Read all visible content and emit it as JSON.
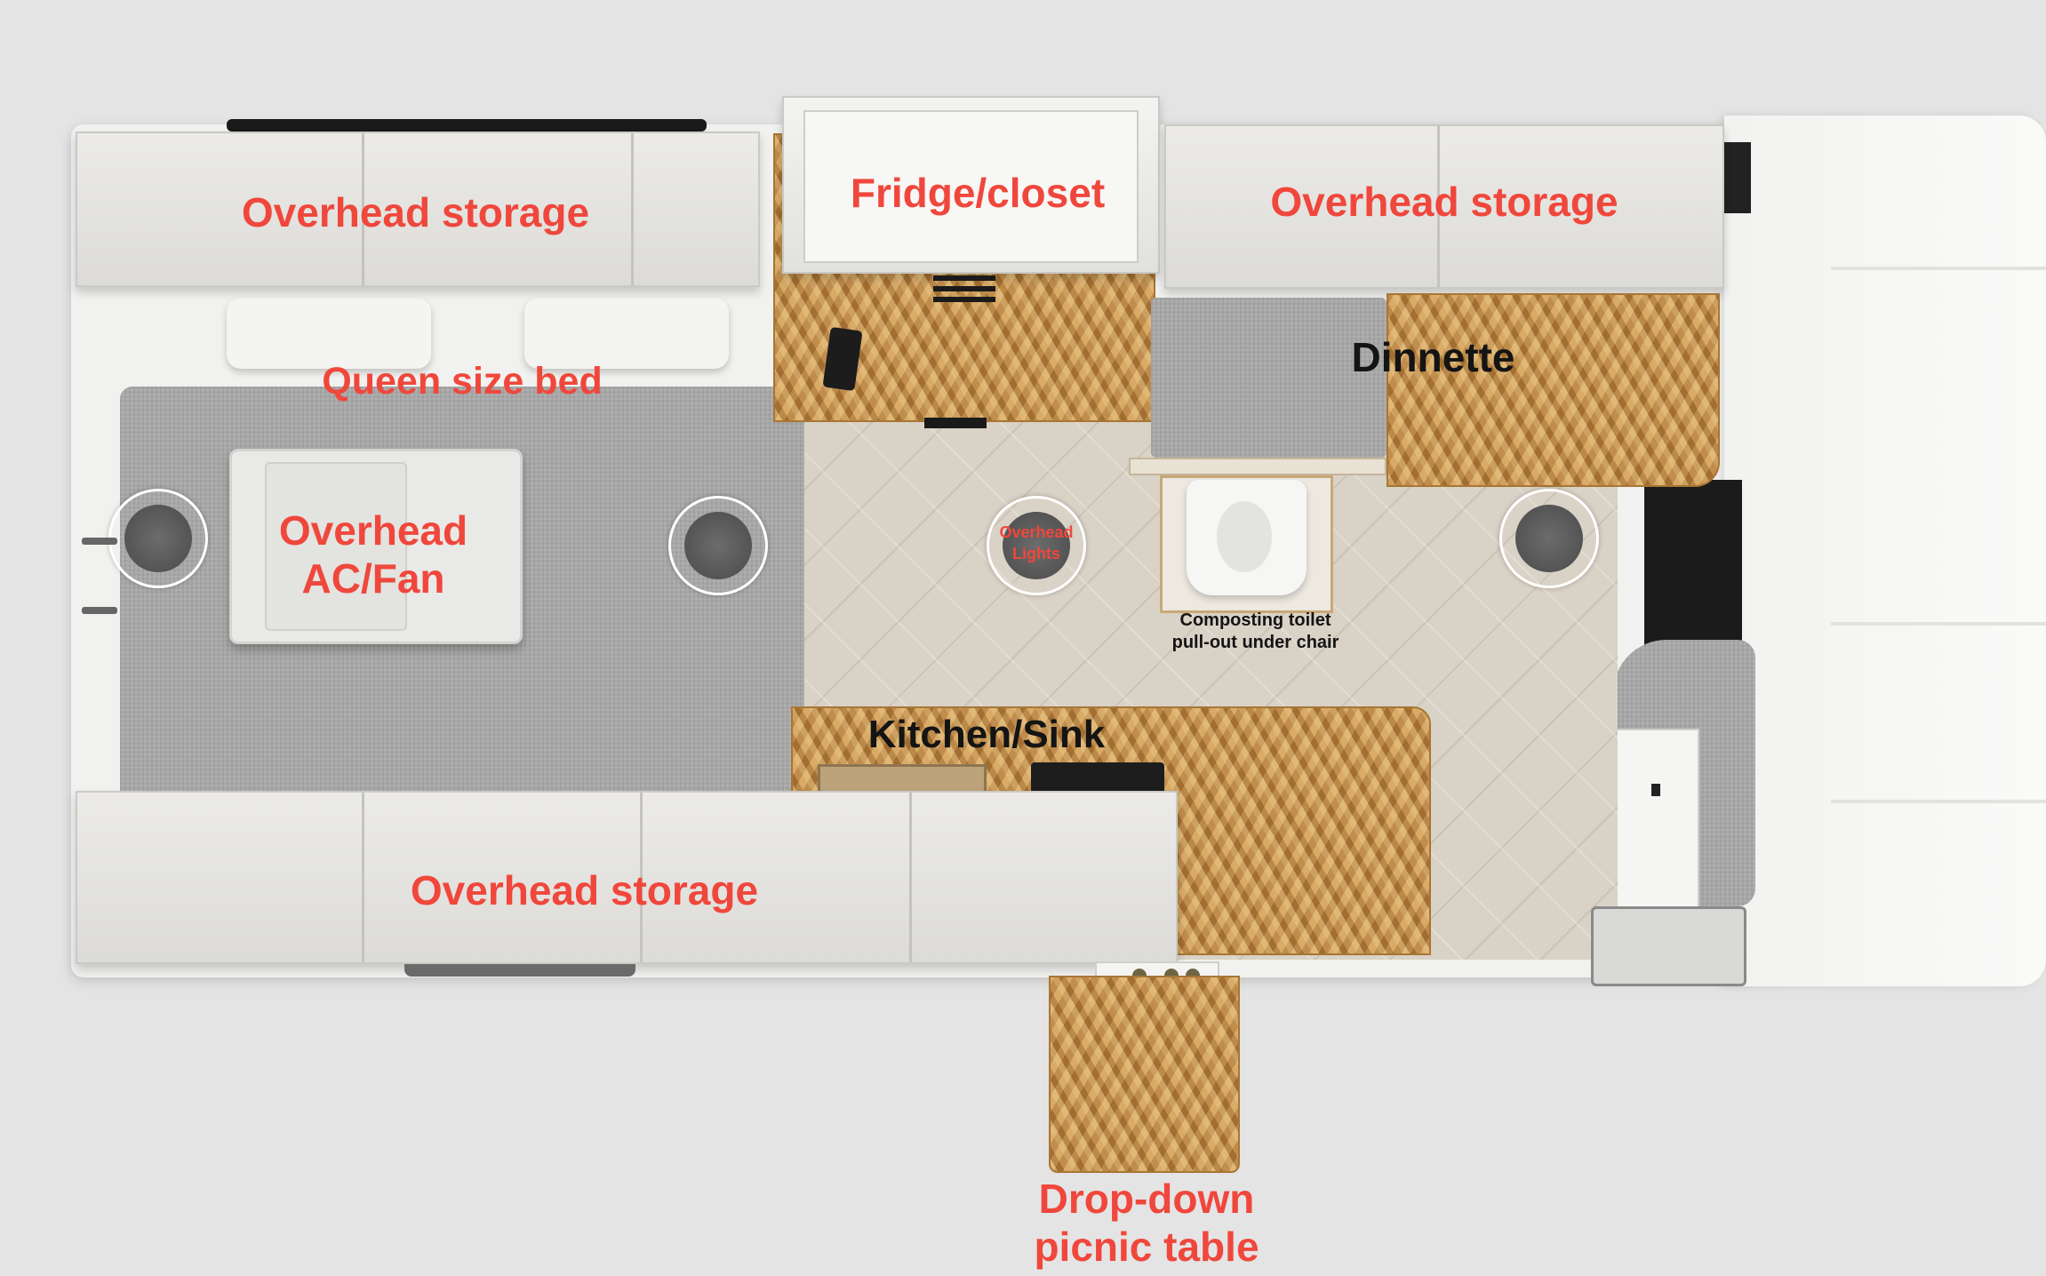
{
  "labels": {
    "overhead_storage_top_left": "Overhead storage",
    "fridge_closet": "Fridge/closet",
    "overhead_storage_top_right": "Overhead storage",
    "queen_bed": "Queen size bed",
    "dinnette": "Dinnette",
    "ac_fan_line1": "Overhead",
    "ac_fan_line2": "AC/Fan",
    "lights_line1": "Overhead",
    "lights_line2": "Lights",
    "toilet_line1": "Composting toilet",
    "toilet_line2": "pull-out under chair",
    "kitchen_sink": "Kitchen/Sink",
    "overhead_storage_bottom": "Overhead storage",
    "picnic_line1": "Drop-down",
    "picnic_line2": "picnic table"
  },
  "colors": {
    "label_red": "#f0473c",
    "label_black": "#141414"
  }
}
